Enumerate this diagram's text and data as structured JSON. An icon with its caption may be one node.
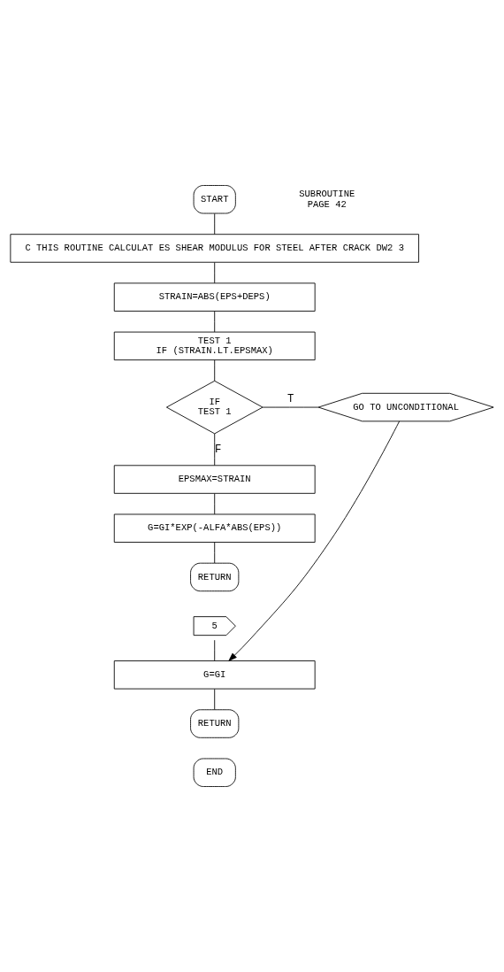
{
  "diagram": {
    "nodes": [
      {
        "text": [
          "START"
        ]
      },
      {
        "text": [
          "C THIS ROUTINE CALCULAT ES SHEAR MODULUS FOR STEEL AFTER CRACK DW2 3"
        ]
      },
      {
        "text": [
          "STRAIN=ABS(EPS+DEPS)"
        ]
      },
      {
        "text": [
          "TEST 1",
          "IF (STRAIN.LT.EPSMAX)"
        ]
      },
      {
        "text": [
          "IF",
          "TEST 1"
        ]
      },
      {
        "text": [
          "GO TO UNCONDITIONAL"
        ]
      },
      {
        "text": [
          "EPSMAX=STRAIN"
        ]
      },
      {
        "text": [
          "G=GI*EXP(-ALFA*ABS(EPS))"
        ]
      },
      {
        "text": [
          "RETURN"
        ]
      },
      {
        "text": [
          "5"
        ]
      },
      {
        "text": [
          "G=GI"
        ]
      },
      {
        "text": [
          "RETURN"
        ]
      },
      {
        "text": [
          "END"
        ]
      }
    ],
    "edges": [
      {
        "from": 0,
        "to": 1,
        "arrow": "none"
      },
      {
        "from": 1,
        "to": 2,
        "arrow": "none"
      },
      {
        "from": 2,
        "to": 3,
        "arrow": "none"
      },
      {
        "from": 3,
        "to": 4,
        "arrow": "none"
      },
      {
        "from": 4,
        "to": 5,
        "arrow": "none",
        "label": "T"
      },
      {
        "from": 4,
        "to": 6,
        "arrow": "none",
        "label": "F"
      },
      {
        "from": 6,
        "to": 7,
        "arrow": "none"
      },
      {
        "from": 7,
        "to": 8,
        "arrow": "none"
      },
      {
        "from": 5,
        "to": 10,
        "arrow": "to"
      },
      {
        "from": 9,
        "to": 10,
        "arrow": "none"
      },
      {
        "from": 10,
        "to": 11,
        "arrow": "none"
      }
    ],
    "labels": [
      "SUBROUTINE",
      "PAGE 42"
    ]
  }
}
